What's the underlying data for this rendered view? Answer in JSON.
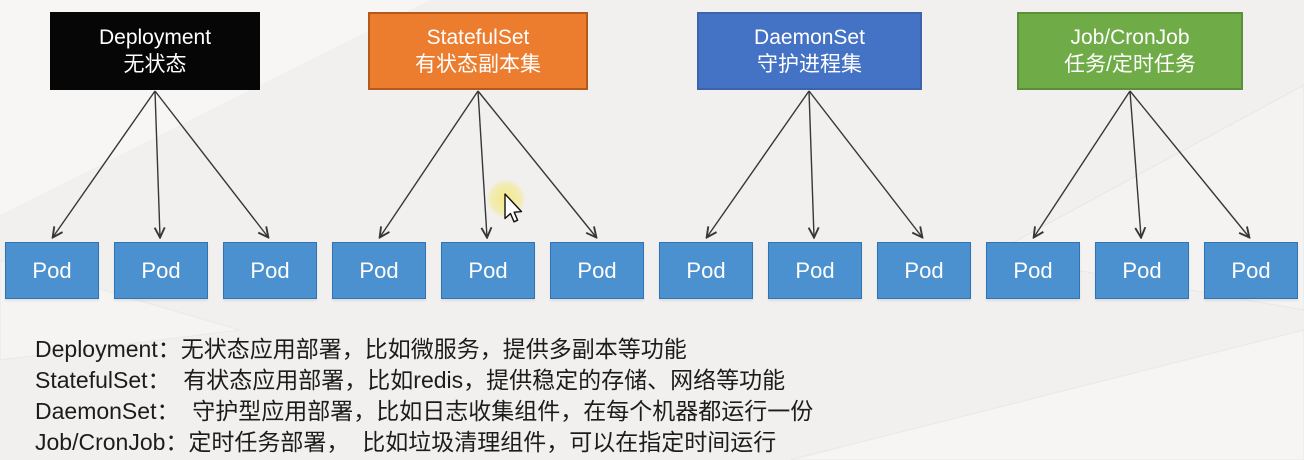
{
  "groups": [
    {
      "name": "Deployment",
      "subtitle": "无状态",
      "fill": "#060606",
      "border": "#060606"
    },
    {
      "name": "StatefulSet",
      "subtitle": "有状态副本集",
      "fill": "#EC7D2F",
      "border": "#b3591c"
    },
    {
      "name": "DaemonSet",
      "subtitle": "守护进程集",
      "fill": "#4473C5",
      "border": "#3b64ac"
    },
    {
      "name": "Job/CronJob",
      "subtitle": "任务/定时任务",
      "fill": "#6FAC47",
      "border": "#5b8f38"
    }
  ],
  "pod": {
    "label": "Pod",
    "fill": "#4B91CF",
    "border": "#2F74B5"
  },
  "descriptions": [
    "Deployment：无状态应用部署，比如微服务，提供多副本等功能",
    "StatefulSet：  有状态应用部署，比如redis，提供稳定的存储、网络等功能",
    "DaemonSet：  守护型应用部署，比如日志收集组件，在每个机器都运行一份",
    "Job/CronJob：定时任务部署，  比如垃圾清理组件，可以在指定时间运行"
  ],
  "colors": {
    "background": "#f1f0ee",
    "arrow": "#373737",
    "description_text": "#1c1c1c",
    "cursor_glow": "#f4e884"
  }
}
